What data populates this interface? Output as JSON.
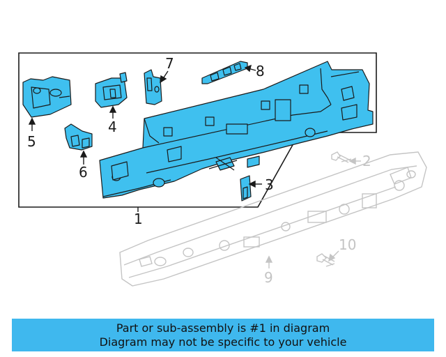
{
  "callouts": {
    "c1": "1",
    "c2": "2",
    "c3": "3",
    "c4": "4",
    "c5": "5",
    "c6": "6",
    "c7": "7",
    "c8": "8",
    "c9": "9",
    "c10": "10"
  },
  "banner": {
    "line1": "Part or sub-assembly is #1 in diagram",
    "line2": "Diagram may not be specific to your vehicle"
  },
  "colors": {
    "highlight_fill": "#3fc0ef",
    "outline": "#1a1a1a",
    "faint_outline": "#c4c4c4",
    "banner_bg": "#3fb8ee"
  }
}
